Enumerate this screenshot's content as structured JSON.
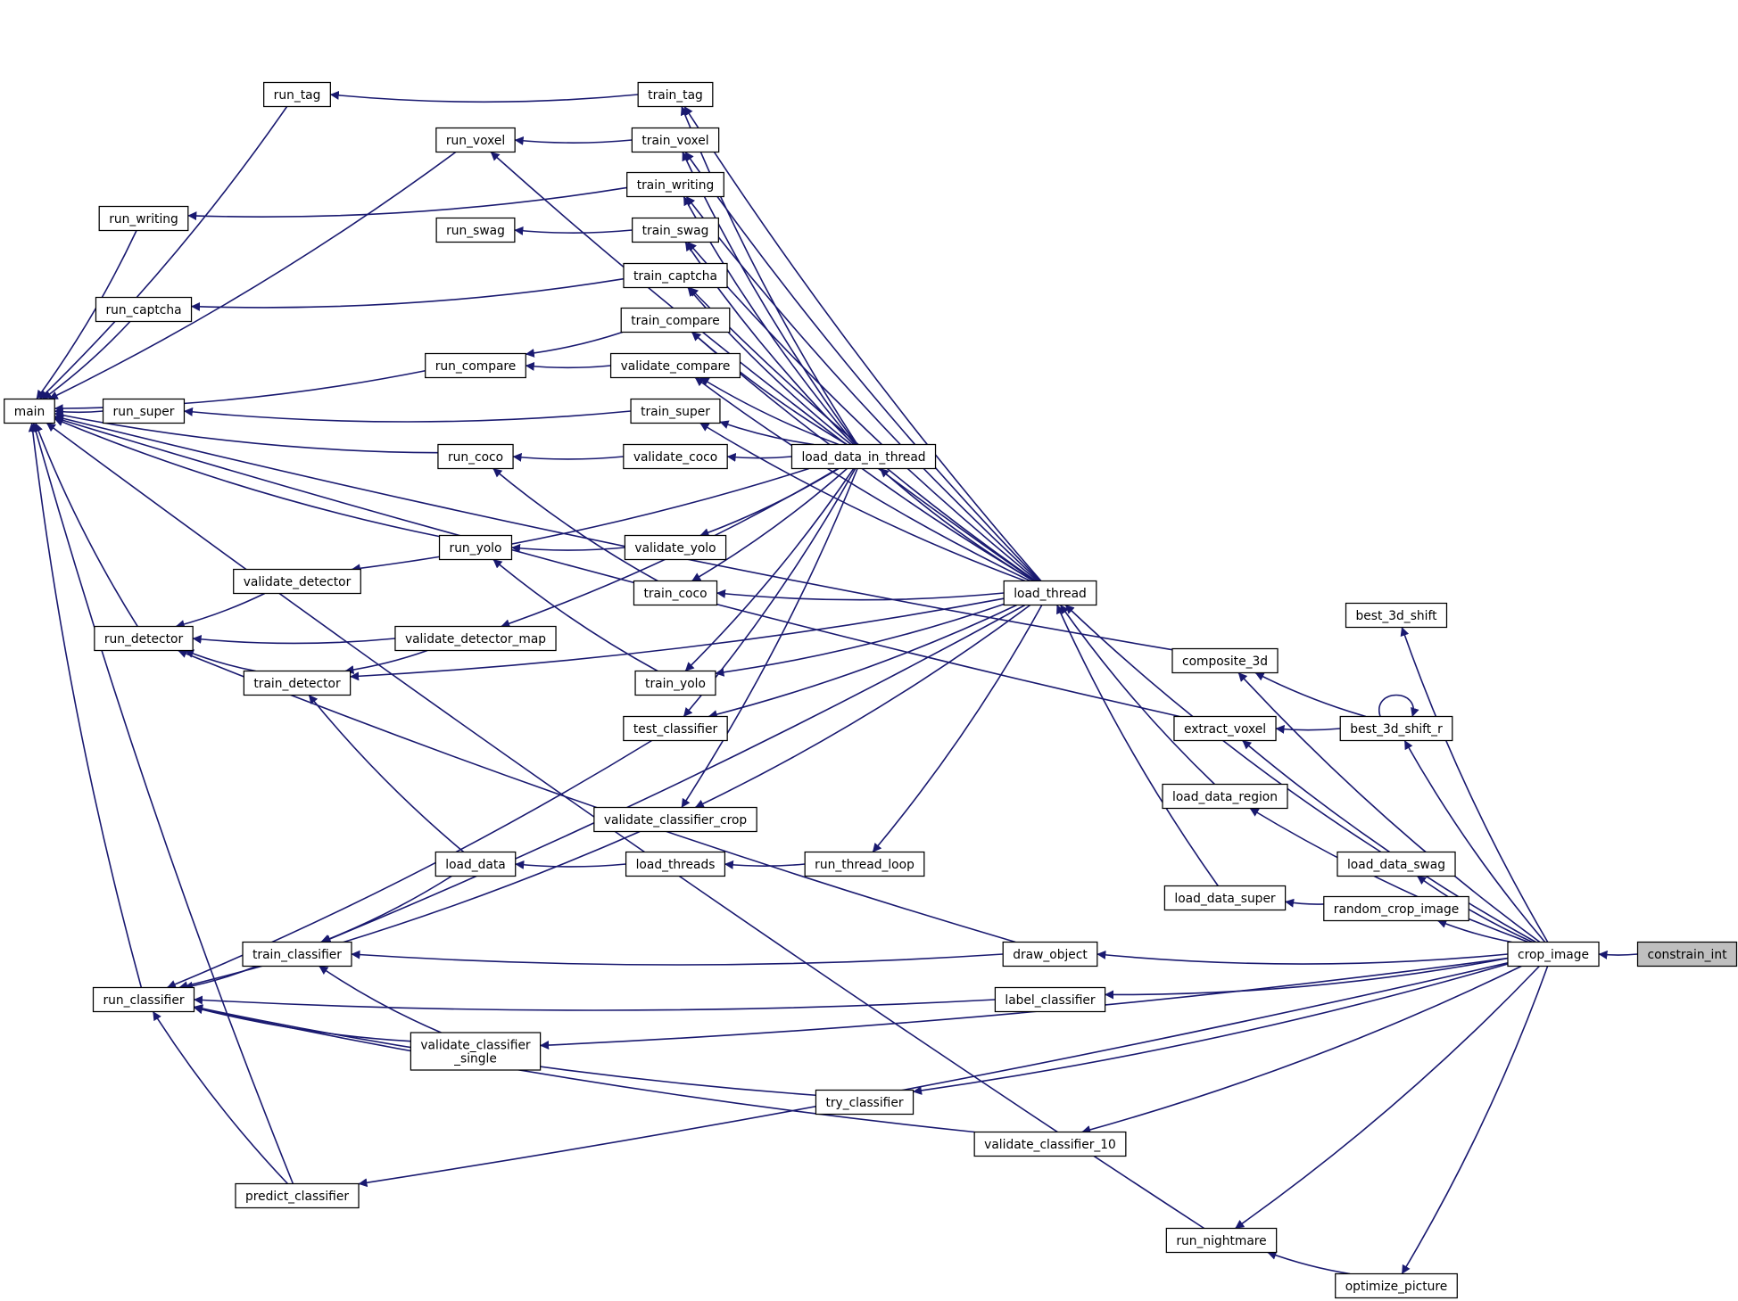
{
  "nodes": [
    {
      "id": "constrain_int",
      "label": [
        "constrain_int"
      ],
      "root": true
    },
    {
      "id": "crop_image",
      "label": [
        "crop_image"
      ]
    },
    {
      "id": "best_3d_shift",
      "label": [
        "best_3d_shift"
      ]
    },
    {
      "id": "best_3d_shift_r",
      "label": [
        "best_3d_shift_r"
      ]
    },
    {
      "id": "composite_3d",
      "label": [
        "composite_3d"
      ]
    },
    {
      "id": "extract_voxel",
      "label": [
        "extract_voxel"
      ]
    },
    {
      "id": "load_data_region",
      "label": [
        "load_data_region"
      ]
    },
    {
      "id": "load_data_swag",
      "label": [
        "load_data_swag"
      ]
    },
    {
      "id": "load_data_super",
      "label": [
        "load_data_super"
      ]
    },
    {
      "id": "random_crop_image",
      "label": [
        "random_crop_image"
      ]
    },
    {
      "id": "draw_object",
      "label": [
        "draw_object"
      ]
    },
    {
      "id": "label_classifier",
      "label": [
        "label_classifier"
      ]
    },
    {
      "id": "try_classifier",
      "label": [
        "try_classifier"
      ]
    },
    {
      "id": "validate_classifier_10",
      "label": [
        "validate_classifier_10"
      ]
    },
    {
      "id": "run_nightmare",
      "label": [
        "run_nightmare"
      ]
    },
    {
      "id": "optimize_picture",
      "label": [
        "optimize_picture"
      ]
    },
    {
      "id": "load_thread",
      "label": [
        "load_thread"
      ]
    },
    {
      "id": "load_data_in_thread",
      "label": [
        "load_data_in_thread"
      ]
    },
    {
      "id": "run_thread_loop",
      "label": [
        "run_thread_loop"
      ]
    },
    {
      "id": "load_threads",
      "label": [
        "load_threads"
      ]
    },
    {
      "id": "load_data",
      "label": [
        "load_data"
      ]
    },
    {
      "id": "train_tag",
      "label": [
        "train_tag"
      ]
    },
    {
      "id": "train_voxel",
      "label": [
        "train_voxel"
      ]
    },
    {
      "id": "train_writing",
      "label": [
        "train_writing"
      ]
    },
    {
      "id": "train_swag",
      "label": [
        "train_swag"
      ]
    },
    {
      "id": "train_captcha",
      "label": [
        "train_captcha"
      ]
    },
    {
      "id": "train_compare",
      "label": [
        "train_compare"
      ]
    },
    {
      "id": "validate_compare",
      "label": [
        "validate_compare"
      ]
    },
    {
      "id": "train_super",
      "label": [
        "train_super"
      ]
    },
    {
      "id": "validate_coco",
      "label": [
        "validate_coco"
      ]
    },
    {
      "id": "validate_yolo",
      "label": [
        "validate_yolo"
      ]
    },
    {
      "id": "train_coco",
      "label": [
        "train_coco"
      ]
    },
    {
      "id": "train_yolo",
      "label": [
        "train_yolo"
      ]
    },
    {
      "id": "test_classifier",
      "label": [
        "test_classifier"
      ]
    },
    {
      "id": "validate_classifier_crop",
      "label": [
        "validate_classifier_crop"
      ]
    },
    {
      "id": "validate_detector_map",
      "label": [
        "validate_detector_map"
      ]
    },
    {
      "id": "validate_detector",
      "label": [
        "validate_detector"
      ]
    },
    {
      "id": "train_detector",
      "label": [
        "train_detector"
      ]
    },
    {
      "id": "train_classifier",
      "label": [
        "train_classifier"
      ]
    },
    {
      "id": "validate_classifier_single",
      "label": [
        "validate_classifier",
        "_single"
      ]
    },
    {
      "id": "predict_classifier",
      "label": [
        "predict_classifier"
      ]
    },
    {
      "id": "run_tag",
      "label": [
        "run_tag"
      ]
    },
    {
      "id": "run_voxel",
      "label": [
        "run_voxel"
      ]
    },
    {
      "id": "run_writing",
      "label": [
        "run_writing"
      ]
    },
    {
      "id": "run_swag",
      "label": [
        "run_swag"
      ]
    },
    {
      "id": "run_captcha",
      "label": [
        "run_captcha"
      ]
    },
    {
      "id": "run_compare",
      "label": [
        "run_compare"
      ]
    },
    {
      "id": "run_super",
      "label": [
        "run_super"
      ]
    },
    {
      "id": "run_coco",
      "label": [
        "run_coco"
      ]
    },
    {
      "id": "run_yolo",
      "label": [
        "run_yolo"
      ]
    },
    {
      "id": "run_detector",
      "label": [
        "run_detector"
      ]
    },
    {
      "id": "run_classifier",
      "label": [
        "run_classifier"
      ]
    },
    {
      "id": "main",
      "label": [
        "main"
      ]
    }
  ],
  "edges": [
    [
      "crop_image",
      "constrain_int"
    ],
    [
      "best_3d_shift",
      "crop_image"
    ],
    [
      "best_3d_shift_r",
      "crop_image"
    ],
    [
      "best_3d_shift_r",
      "best_3d_shift_r"
    ],
    [
      "composite_3d",
      "crop_image"
    ],
    [
      "composite_3d",
      "best_3d_shift_r"
    ],
    [
      "extract_voxel",
      "crop_image"
    ],
    [
      "extract_voxel",
      "best_3d_shift_r"
    ],
    [
      "load_data_region",
      "crop_image"
    ],
    [
      "load_data_swag",
      "crop_image"
    ],
    [
      "random_crop_image",
      "crop_image"
    ],
    [
      "load_data_super",
      "random_crop_image"
    ],
    [
      "draw_object",
      "crop_image"
    ],
    [
      "label_classifier",
      "crop_image"
    ],
    [
      "validate_classifier_single",
      "crop_image"
    ],
    [
      "try_classifier",
      "crop_image"
    ],
    [
      "validate_classifier_10",
      "crop_image"
    ],
    [
      "predict_classifier",
      "crop_image"
    ],
    [
      "run_nightmare",
      "crop_image"
    ],
    [
      "optimize_picture",
      "crop_image"
    ],
    [
      "run_nightmare",
      "optimize_picture"
    ],
    [
      "load_thread",
      "load_data_region"
    ],
    [
      "load_thread",
      "load_data_swag"
    ],
    [
      "load_thread",
      "load_data_super"
    ],
    [
      "load_data_in_thread",
      "load_thread"
    ],
    [
      "run_thread_loop",
      "load_thread"
    ],
    [
      "load_threads",
      "run_thread_loop"
    ],
    [
      "load_data",
      "load_threads"
    ],
    [
      "train_tag",
      "load_thread"
    ],
    [
      "train_voxel",
      "load_thread"
    ],
    [
      "train_writing",
      "load_thread"
    ],
    [
      "train_swag",
      "load_thread"
    ],
    [
      "train_captcha",
      "load_thread"
    ],
    [
      "train_compare",
      "load_thread"
    ],
    [
      "validate_compare",
      "load_thread"
    ],
    [
      "train_super",
      "load_thread"
    ],
    [
      "train_coco",
      "load_thread"
    ],
    [
      "train_yolo",
      "load_thread"
    ],
    [
      "test_classifier",
      "load_thread"
    ],
    [
      "validate_classifier_crop",
      "load_thread"
    ],
    [
      "train_detector",
      "load_thread"
    ],
    [
      "train_classifier",
      "load_thread"
    ],
    [
      "run_voxel",
      "load_thread"
    ],
    [
      "train_tag",
      "load_data_in_thread"
    ],
    [
      "train_voxel",
      "load_data_in_thread"
    ],
    [
      "train_writing",
      "load_data_in_thread"
    ],
    [
      "train_swag",
      "load_data_in_thread"
    ],
    [
      "train_captcha",
      "load_data_in_thread"
    ],
    [
      "train_compare",
      "load_data_in_thread"
    ],
    [
      "validate_compare",
      "load_data_in_thread"
    ],
    [
      "train_super",
      "load_data_in_thread"
    ],
    [
      "validate_coco",
      "load_data_in_thread"
    ],
    [
      "validate_yolo",
      "load_data_in_thread"
    ],
    [
      "train_coco",
      "load_data_in_thread"
    ],
    [
      "train_yolo",
      "load_data_in_thread"
    ],
    [
      "test_classifier",
      "load_data_in_thread"
    ],
    [
      "validate_classifier_crop",
      "load_data_in_thread"
    ],
    [
      "validate_detector",
      "load_data_in_thread"
    ],
    [
      "validate_detector_map",
      "load_data_in_thread"
    ],
    [
      "run_tag",
      "train_tag"
    ],
    [
      "run_voxel",
      "train_voxel"
    ],
    [
      "run_writing",
      "train_writing"
    ],
    [
      "run_swag",
      "train_swag"
    ],
    [
      "run_captcha",
      "train_captcha"
    ],
    [
      "run_compare",
      "train_compare"
    ],
    [
      "run_compare",
      "validate_compare"
    ],
    [
      "run_super",
      "train_super"
    ],
    [
      "run_coco",
      "validate_coco"
    ],
    [
      "run_coco",
      "train_coco"
    ],
    [
      "run_yolo",
      "validate_yolo"
    ],
    [
      "run_yolo",
      "train_yolo"
    ],
    [
      "run_detector",
      "validate_detector"
    ],
    [
      "run_detector",
      "validate_detector_map"
    ],
    [
      "run_detector",
      "train_detector"
    ],
    [
      "train_detector",
      "validate_detector_map"
    ],
    [
      "run_detector",
      "draw_object"
    ],
    [
      "train_detector",
      "load_data"
    ],
    [
      "train_classifier",
      "load_data"
    ],
    [
      "run_classifier",
      "train_classifier"
    ],
    [
      "run_classifier",
      "test_classifier"
    ],
    [
      "run_classifier",
      "validate_classifier_crop"
    ],
    [
      "run_classifier",
      "label_classifier"
    ],
    [
      "run_classifier",
      "validate_classifier_single"
    ],
    [
      "run_classifier",
      "try_classifier"
    ],
    [
      "run_classifier",
      "validate_classifier_10"
    ],
    [
      "run_classifier",
      "predict_classifier"
    ],
    [
      "train_classifier",
      "validate_classifier_single"
    ],
    [
      "train_classifier",
      "draw_object"
    ],
    [
      "main",
      "run_tag"
    ],
    [
      "main",
      "run_voxel"
    ],
    [
      "main",
      "run_writing"
    ],
    [
      "main",
      "run_captcha"
    ],
    [
      "main",
      "run_compare"
    ],
    [
      "main",
      "run_super"
    ],
    [
      "main",
      "run_coco"
    ],
    [
      "main",
      "run_yolo"
    ],
    [
      "main",
      "run_detector"
    ],
    [
      "main",
      "run_classifier"
    ],
    [
      "main",
      "predict_classifier"
    ],
    [
      "main",
      "run_nightmare"
    ],
    [
      "main",
      "composite_3d"
    ],
    [
      "main",
      "extract_voxel"
    ]
  ]
}
